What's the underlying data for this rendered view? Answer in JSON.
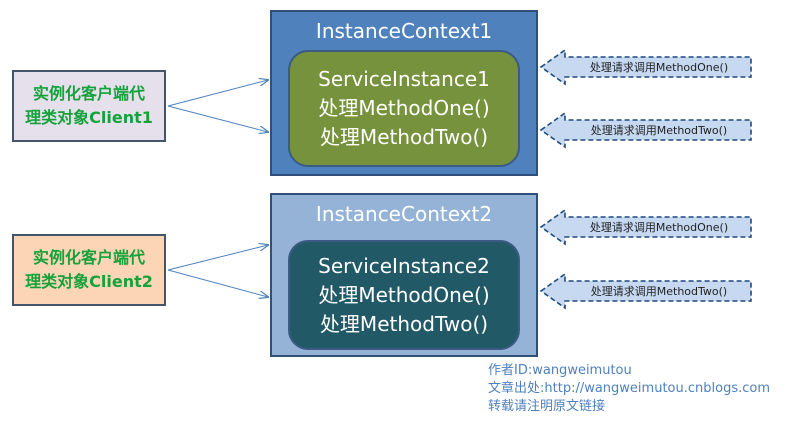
{
  "clients": [
    {
      "line1": "实例化客户端代",
      "line2": "理类对象Client1"
    },
    {
      "line1": "实例化客户端代",
      "line2": "理类对象Client2"
    }
  ],
  "contexts": [
    {
      "title": "InstanceContext1",
      "service": "ServiceInstance1",
      "op1": "处理MethodOne()",
      "op2": "处理MethodTwo()"
    },
    {
      "title": "InstanceContext2",
      "service": "ServiceInstance2",
      "op1": "处理MethodOne()",
      "op2": "处理MethodTwo()"
    }
  ],
  "requests": [
    "处理请求调用MethodOne()",
    "处理请求调用MethodTwo()",
    "处理请求调用MethodOne()",
    "处理请求调用MethodTwo()"
  ],
  "credits": {
    "author": "作者ID:wangweimutou",
    "source": "文章出处:http://wangweimutou.cnblogs.com",
    "notice": "转载请注明原文链接"
  },
  "colors": {
    "context1": "#4f81bd",
    "context2": "#95b3d7",
    "service1": "#76923c",
    "service2": "#215967",
    "client1": "#e6e0ec",
    "client2": "#fbd5b5",
    "client_text": "#14a33a",
    "request_fill": "#c6d9f1",
    "request_border": "#1f497d",
    "credits_text": "#4f81bd"
  }
}
